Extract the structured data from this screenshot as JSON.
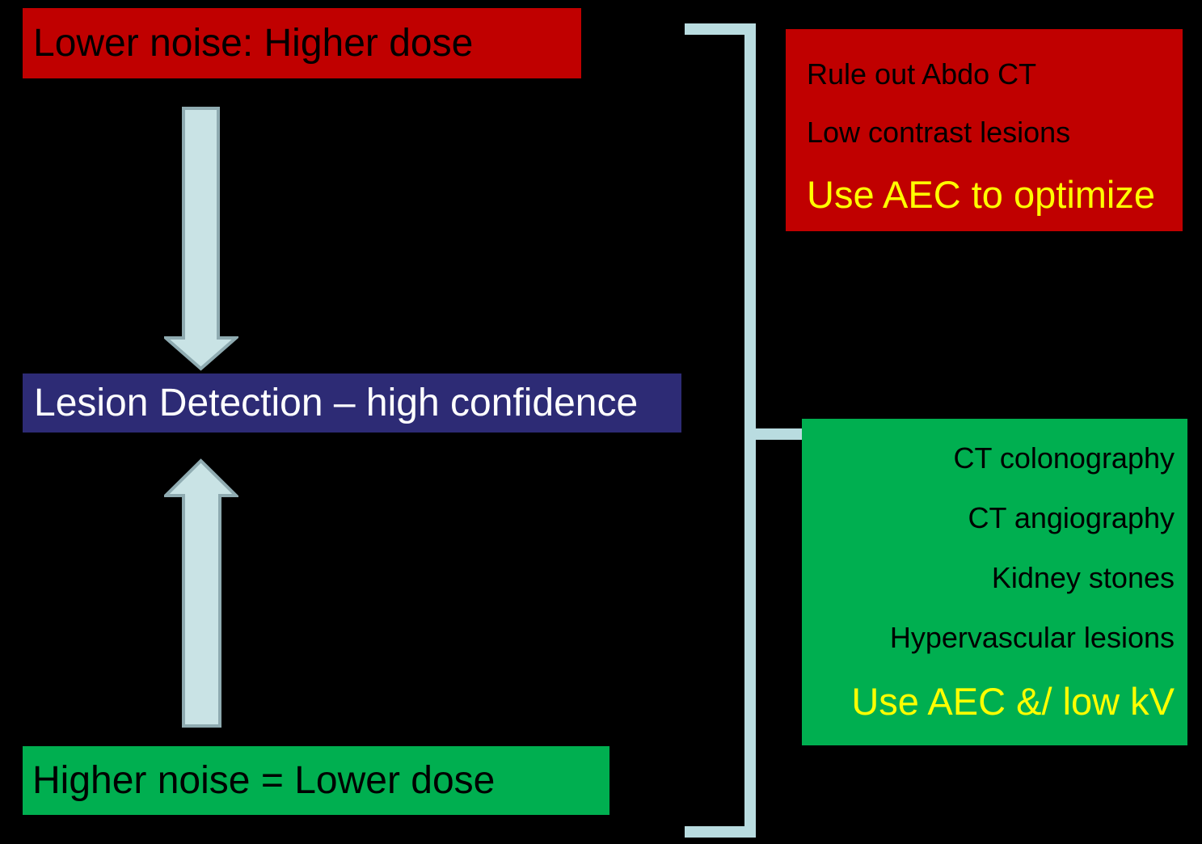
{
  "diagram": {
    "boxes": {
      "lower_noise": "Lower noise: Higher dose",
      "lesion_detection": "Lesion Detection – high confidence",
      "higher_noise": "Higher noise = Lower dose"
    },
    "high_dose_panel": {
      "lines": [
        "Rule out Abdo CT",
        "Low contrast lesions"
      ],
      "highlight": "Use AEC to optimize"
    },
    "low_dose_panel": {
      "lines": [
        "CT colonography",
        "CT angiography",
        "Kidney stones",
        "Hypervascular lesions"
      ],
      "highlight": "Use AEC &/ low kV"
    },
    "shapes": {
      "down_arrow": "down-arrow",
      "up_arrow": "up-arrow",
      "bracket": "square-bracket"
    },
    "colors": {
      "background": "#000000",
      "red": "#C00000",
      "green": "#00AF50",
      "navy": "#2D2B75",
      "yellow": "#FFFF00",
      "arrow_fill": "#C9E3E5",
      "arrow_outline": "#8FABB1",
      "bracket": "#B9DCE0",
      "text_dark": "#000000",
      "text_light": "#FFFFFF"
    }
  }
}
